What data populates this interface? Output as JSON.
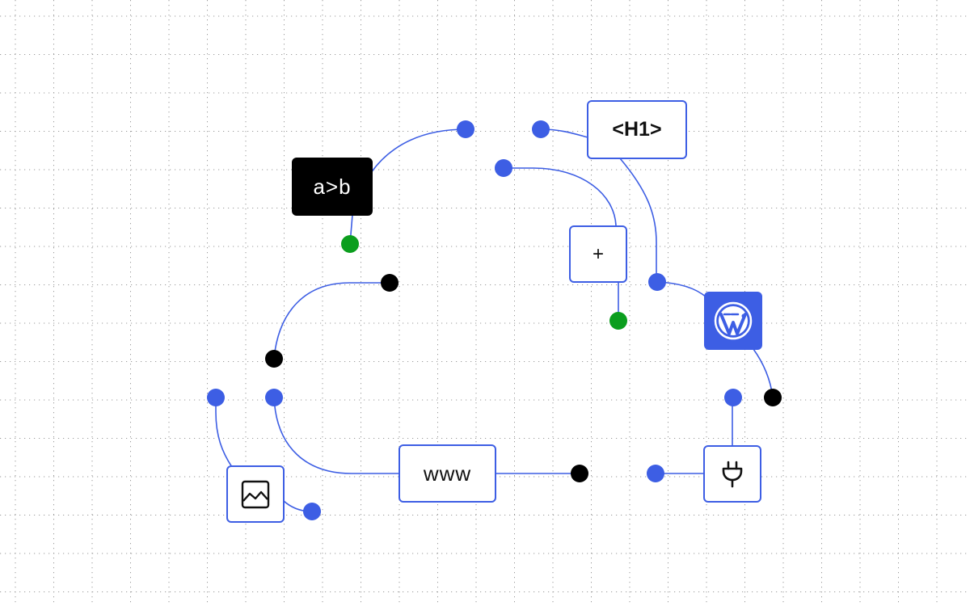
{
  "canvas": {
    "background_color": "#ffffff",
    "grid_dot_color": "#9a9a9a",
    "wire_color": "#3d5ee4",
    "colors": {
      "blue_port": "#3d5ee4",
      "green_port": "#0b9e1e",
      "black_port": "#000000",
      "node_border": "#3d5ee4"
    }
  },
  "nodes": {
    "code_node": {
      "label": "a>b",
      "style": "dark"
    },
    "heading_node": {
      "label": "<H1>"
    },
    "add_node": {
      "label": "+"
    },
    "wordpress_node": {
      "icon": "wordpress-icon"
    },
    "web_node": {
      "label": "www"
    },
    "image_node": {
      "icon": "image-icon"
    },
    "plugin_node": {
      "icon": "plug-icon"
    }
  }
}
